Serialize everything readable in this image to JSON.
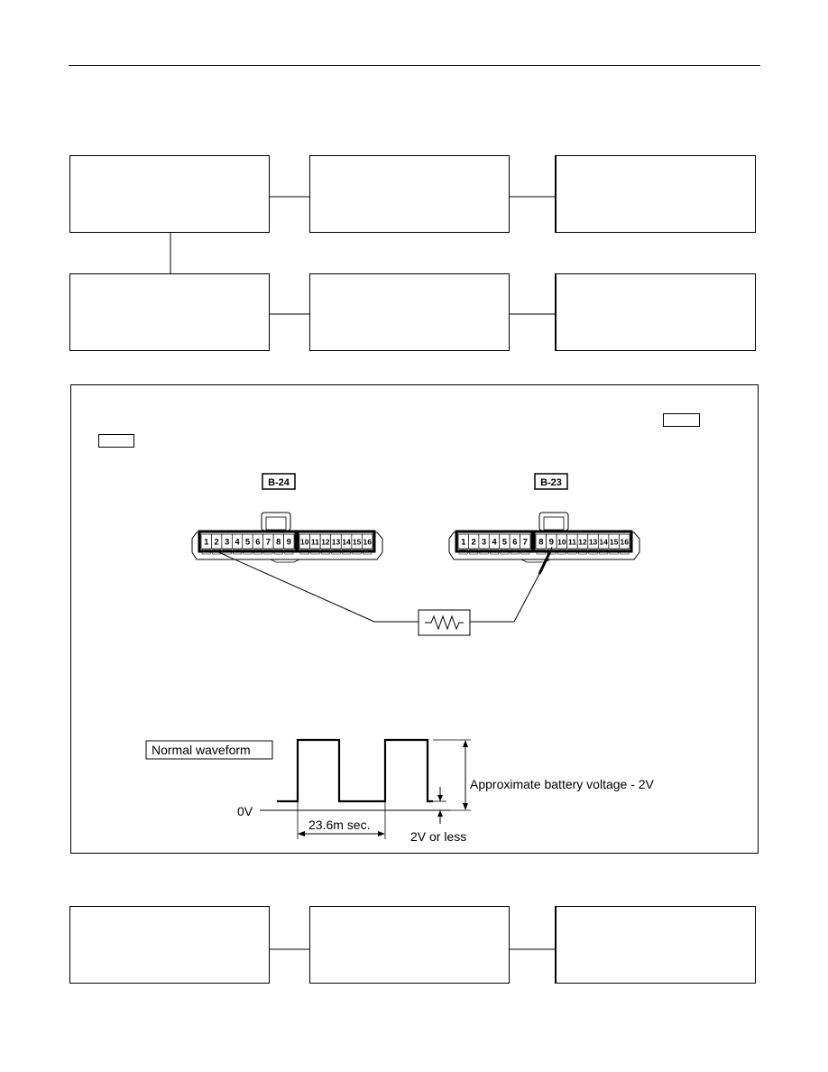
{
  "connectors": {
    "left_label": "B-24",
    "right_label": "B-23",
    "left_pins_a": [
      "1",
      "2",
      "3",
      "4",
      "5",
      "6",
      "7",
      "8",
      "9"
    ],
    "left_pins_b": [
      "10",
      "11",
      "12",
      "13",
      "14",
      "15",
      "16"
    ],
    "right_pins_a": [
      "1",
      "2",
      "3",
      "4",
      "5",
      "6",
      "7"
    ],
    "right_pins_b": [
      "8",
      "9",
      "10",
      "11",
      "12",
      "13",
      "14",
      "15",
      "16"
    ]
  },
  "waveform": {
    "title": "Normal waveform",
    "zero_label": "0V",
    "period_label": "23.6m sec.",
    "amplitude_label": "Approximate battery voltage - 2V",
    "low_label": "2V or less"
  }
}
